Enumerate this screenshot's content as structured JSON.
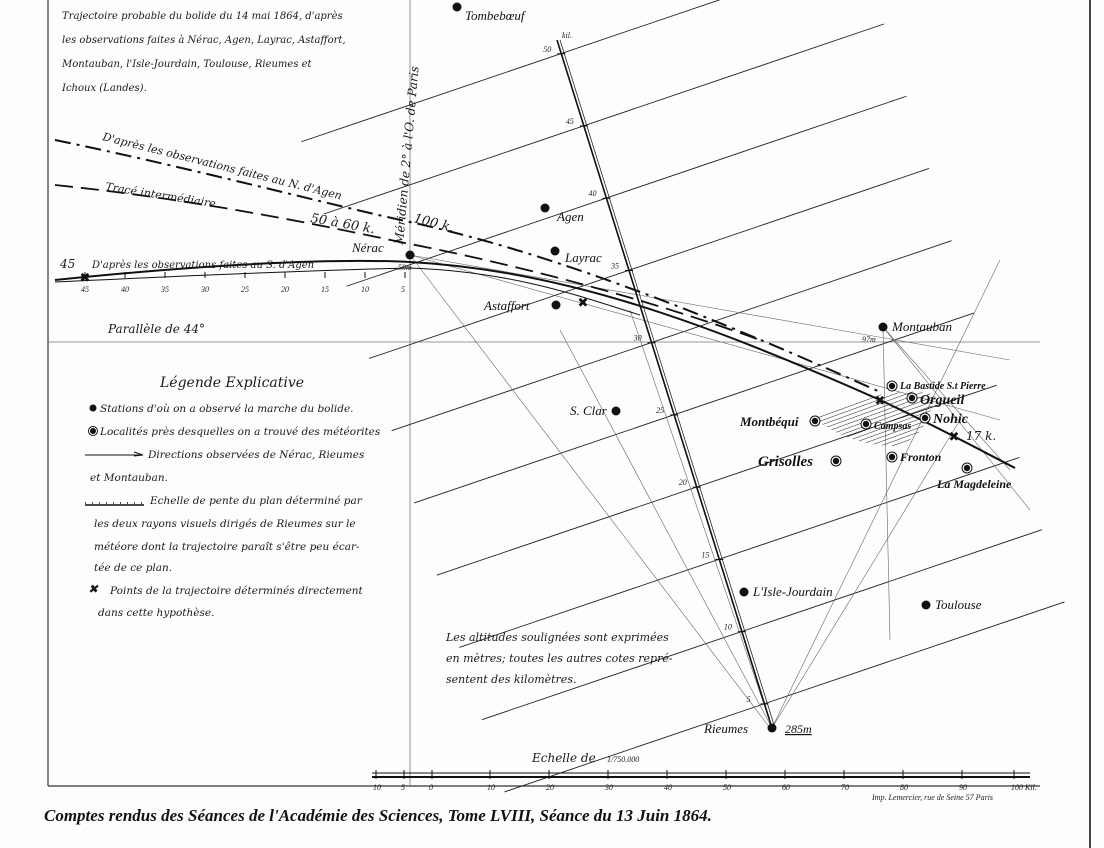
{
  "title_note": [
    "Trajectoire probable du bolide du 14 mai 1864, d'après",
    "les observations faites à Nérac, Agen, Layrac, Astaffort,",
    "Montauban, l'Isle-Jourdain, Toulouse, Rieumes et",
    "Ichoux (Landes)."
  ],
  "meridian_label": "Méridien de 2° à l'O. de Paris",
  "parallel_label": "Parallèle de 44°",
  "trajectories": {
    "north": "D'après les observations faites au N. d'Agen",
    "intermediate": "Tracé intermédiaire",
    "south": "D'après les observations faites au S. d'Agen",
    "alt_100": "100 k.",
    "alt_50_60": "50 à 60 k.",
    "alt_17": "17 k.",
    "alt_45": "45"
  },
  "legend": {
    "title": "Légende Explicative",
    "items": [
      "Stations d'où on a observé la marche du bolide.",
      "Localités près desquelles on a trouvé des météorites",
      "Directions observées de Nérac, Rieumes",
      "et Montauban.",
      "Echelle de pente du plan déterminé par",
      "les deux rayons visuels dirigés de Rieumes sur le",
      "météore dont la trajectoire paraît s'être peu écar-",
      "tée de ce plan.",
      "Points de la trajectoire déterminés directement",
      "dans cette hypothèse."
    ]
  },
  "stations": [
    {
      "name": "Tombebœuf"
    },
    {
      "name": "Agen"
    },
    {
      "name": "Layrac"
    },
    {
      "name": "Nérac"
    },
    {
      "name": "Astaffort"
    },
    {
      "name": "Montauban"
    },
    {
      "name": "S. Clar"
    },
    {
      "name": "L'Isle-Jourdain"
    },
    {
      "name": "Toulouse"
    },
    {
      "name": "Rieumes"
    }
  ],
  "meteorite_sites": [
    {
      "name": "La Bastide S.t Pierre"
    },
    {
      "name": "Orgueil"
    },
    {
      "name": "Nohic"
    },
    {
      "name": "Campsas"
    },
    {
      "name": "Montbéqui"
    },
    {
      "name": "Grisolles"
    },
    {
      "name": "Fronton"
    },
    {
      "name": "La Magdeleine"
    }
  ],
  "altitudes_m": {
    "nerac": "59m",
    "montauban": "97m",
    "rieumes": "285m"
  },
  "slope_scale": {
    "unit": "kil.",
    "ticks": [
      "50",
      "45",
      "40",
      "35",
      "30",
      "25",
      "20",
      "15",
      "10",
      "5"
    ]
  },
  "trajectory_ticks": [
    "45",
    "40",
    "35",
    "30",
    "25",
    "20",
    "15",
    "10",
    "5"
  ],
  "note": [
    "Les altitudes soulignées sont exprimées",
    "en mètres; toutes les autres cotes repré-",
    "sentent des kilomètres."
  ],
  "scale": {
    "label": "Echelle de",
    "ratio": "1/750.000",
    "ticks": [
      "10",
      "5",
      "0",
      "10",
      "20",
      "30",
      "40",
      "50",
      "60",
      "70",
      "80",
      "90",
      "100 Kil."
    ]
  },
  "imprint": "Imp. Lemercier, rue de Seine 57 Paris",
  "caption": "Comptes rendus des Séances de l'Académie des Sciences, Tome LVIII, Séance du 13 Juin 1864."
}
